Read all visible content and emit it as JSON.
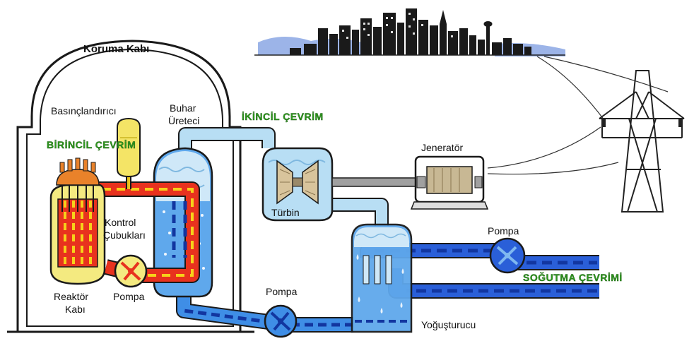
{
  "labels": {
    "containment": "Koruma Kabı",
    "pressurizer": "Basınçlandırıcı",
    "steam_generator_1": "Buhar",
    "steam_generator_2": "Üreteci",
    "primary_cycle": "BİRİNCİL ÇEVRİM",
    "secondary_cycle": "İKİNCİL ÇEVRİM",
    "control_rods_1": "Kontrol",
    "control_rods_2": "Çubukları",
    "reactor_vessel_1": "Reaktör",
    "reactor_vessel_2": "Kabı",
    "pump_primary": "Pompa",
    "pump_secondary": "Pompa",
    "pump_cooling": "Pompa",
    "turbine": "Türbin",
    "generator": "Jeneratör",
    "condenser": "Yoğuşturucu",
    "cooling_cycle": "SOĞUTMA ÇEVRİMİ"
  },
  "colors": {
    "primary_loop": "#e8321e",
    "primary_dash": "#f6d21a",
    "secondary_steam": "#b8def4",
    "secondary_water": "#3f8ee6",
    "cooling_loop": "#2a5fd8",
    "cooling_dash": "#1236a0",
    "cycle_text": "#2e9a1e"
  }
}
